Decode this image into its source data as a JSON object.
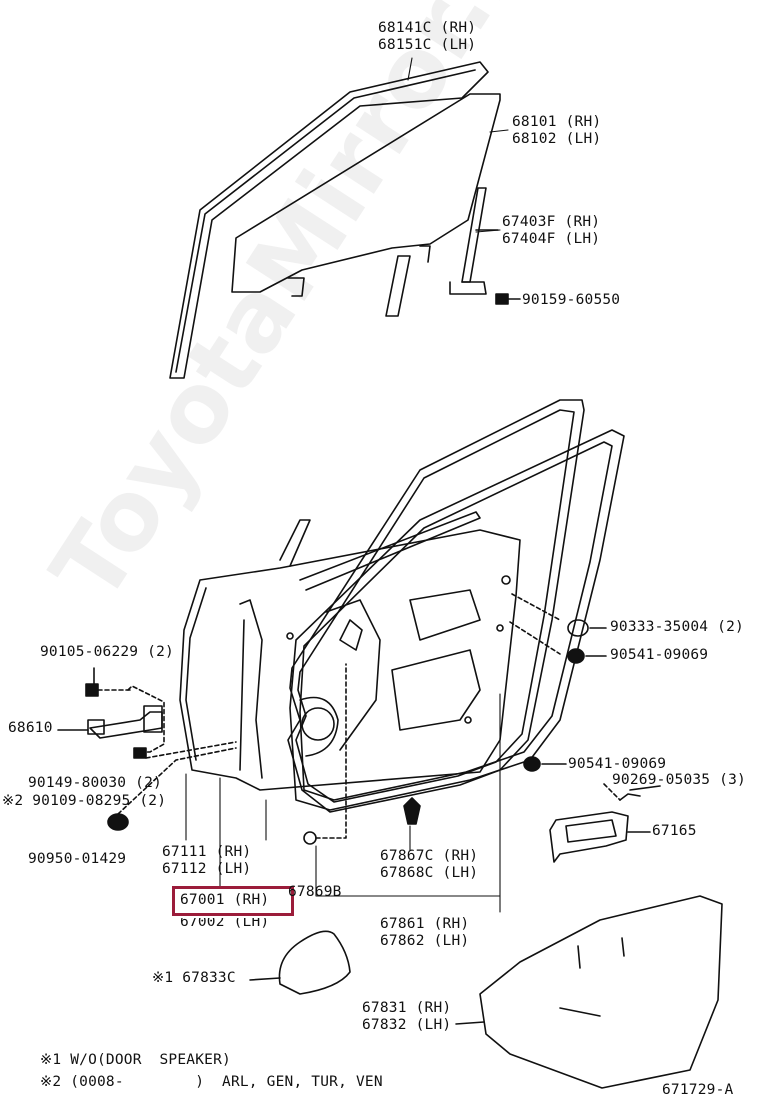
{
  "watermark": "ToyotaMirror.ru",
  "highlight_color": "#9b1c3a",
  "callouts": {
    "c68141": "68141C (RH)\n68151C (LH)",
    "c68101": "68101 (RH)\n68102 (LH)",
    "c67403": "67403F (RH)\n67404F (LH)",
    "c90159": "90159-60550",
    "c90333": "90333-35004 (2)",
    "c90541a": "90541-09069",
    "c90105": "90105-06229 (2)",
    "c68610": "68610",
    "c90149": "90149-80030 (2)",
    "c90109": "※2 90109-08295 (2)",
    "c90541b": "90541-09069",
    "c90269": "90269-05035 (3)",
    "c67165": "67165",
    "c90950": "90950-01429",
    "c67111": "67111 (RH)\n67112 (LH)",
    "c67867": "67867C (RH)\n67868C (LH)",
    "c67869": "67869B",
    "c67001": "67001 (RH)",
    "c67002": "67002 (LH)",
    "c67861": "67861 (RH)\n67862 (LH)",
    "c67833": "※1 67833C",
    "c67831": "67831 (RH)\n67832 (LH)"
  },
  "notes": {
    "n1": "※1 W/O(DOOR  SPEAKER)",
    "n2": "※2 (0008-        )  ARL, GEN, TUR, VEN"
  },
  "figure_id": "671729-A"
}
